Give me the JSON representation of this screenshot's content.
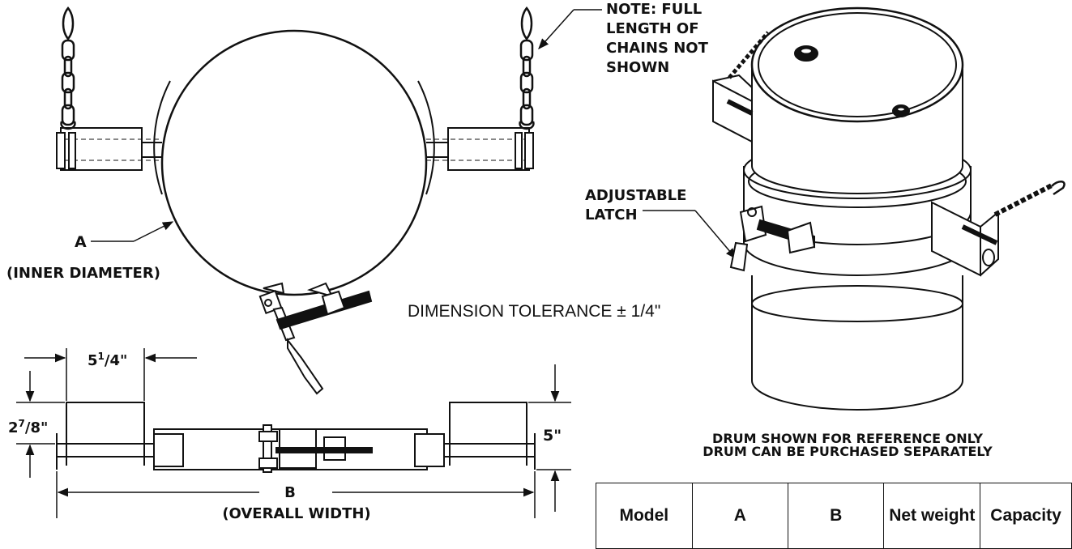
{
  "notes": {
    "chains": [
      "NOTE: FULL",
      "LENGTH OF",
      "CHAINS NOT",
      "SHOWN"
    ],
    "latch": [
      "ADJUSTABLE",
      "LATCH"
    ],
    "tolerance": "DIMENSION TOLERANCE ± 1/4\"",
    "drum_reference": [
      "DRUM SHOWN FOR REFERENCE ONLY",
      "DRUM CAN BE PURCHASED SEPARATELY"
    ]
  },
  "dimensions": {
    "a_letter": "A",
    "a_caption": "(INNER DIAMETER)",
    "b_letter": "B",
    "b_caption": "(OVERALL WIDTH)",
    "width_whole": "5",
    "width_frac": "1",
    "width_den": "/4\"",
    "height_whole": "2",
    "height_frac": "7",
    "height_den": "/8\"",
    "depth": "5\""
  },
  "table": {
    "headers": [
      "Model",
      "A",
      "B",
      "Net weight",
      "Capacity"
    ]
  },
  "colors": {
    "line": "#111111",
    "background": "#ffffff"
  }
}
